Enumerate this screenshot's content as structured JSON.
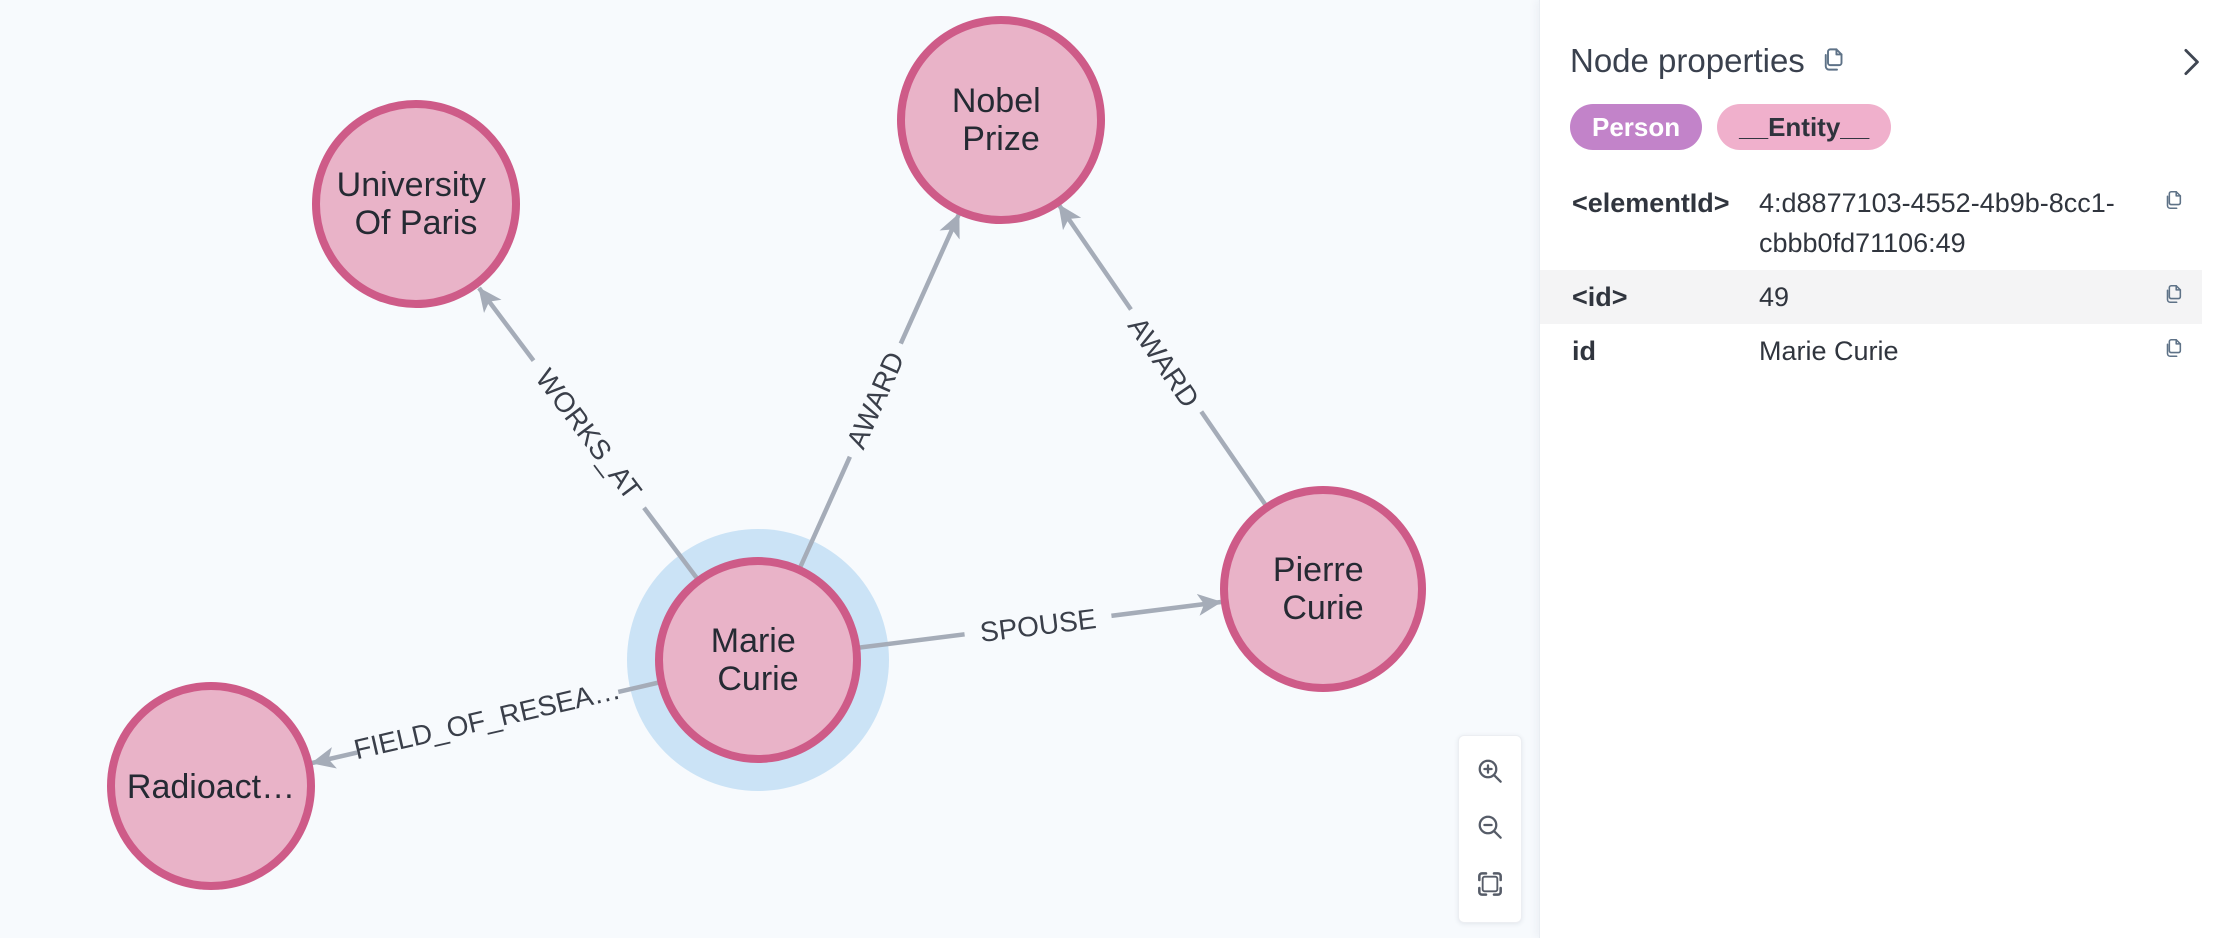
{
  "graph": {
    "colors": {
      "background": "#F7FAFD",
      "node_fill": "#E9B3C8",
      "node_stroke": "#CE5B88",
      "selection_halo": "#CBE3F6",
      "edge": "#A5ACB8"
    },
    "nodes": [
      {
        "name": "university-of-paris",
        "line1": "University",
        "line2": "Of Paris"
      },
      {
        "name": "nobel-prize",
        "line1": "Nobel",
        "line2": "Prize"
      },
      {
        "name": "marie-curie",
        "line1": "Marie",
        "line2": "Curie",
        "selected": true
      },
      {
        "name": "pierre-curie",
        "line1": "Pierre",
        "line2": "Curie"
      },
      {
        "name": "radioactivity",
        "line1": "Radioact…"
      }
    ],
    "edges": [
      {
        "label": "WORKS_AT",
        "from": "marie-curie",
        "to": "university-of-paris"
      },
      {
        "label": "AWARD",
        "from": "marie-curie",
        "to": "nobel-prize"
      },
      {
        "label": "AWARD",
        "from": "pierre-curie",
        "to": "nobel-prize"
      },
      {
        "label": "SPOUSE",
        "from": "marie-curie",
        "to": "pierre-curie"
      },
      {
        "label": "FIELD_OF_RESEA…",
        "from": "marie-curie",
        "to": "radioactivity"
      }
    ]
  },
  "panel": {
    "title": "Node properties",
    "labels": [
      {
        "text": "Person",
        "bg": "#C283C9",
        "fg": "#FFFFFF"
      },
      {
        "text": "__Entity__",
        "bg": "#F0B0CC",
        "fg": "#2F333D"
      }
    ],
    "properties": [
      {
        "key": "<elementId>",
        "value": "4:d8877103-4552-4b9b-8cc1-cbbb0fd71106:49"
      },
      {
        "key": "<id>",
        "value": "49"
      },
      {
        "key": "id",
        "value": "Marie Curie"
      }
    ]
  },
  "zoom_controls": {
    "items": [
      {
        "name": "zoom-in"
      },
      {
        "name": "zoom-out"
      },
      {
        "name": "zoom-to-fit"
      }
    ]
  }
}
